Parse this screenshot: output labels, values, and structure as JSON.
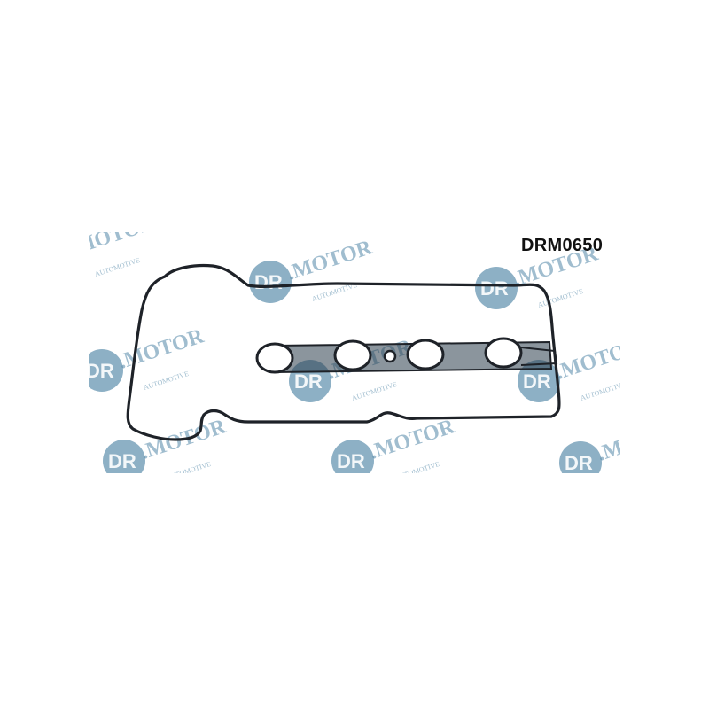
{
  "product": {
    "part_code": "DRM0650",
    "gasket_color": "#1e2228"
  },
  "watermark": {
    "brand_text": "DR.MOTOR",
    "sub_text": "AUTOMOTIVE",
    "color": "#2f6f96"
  }
}
